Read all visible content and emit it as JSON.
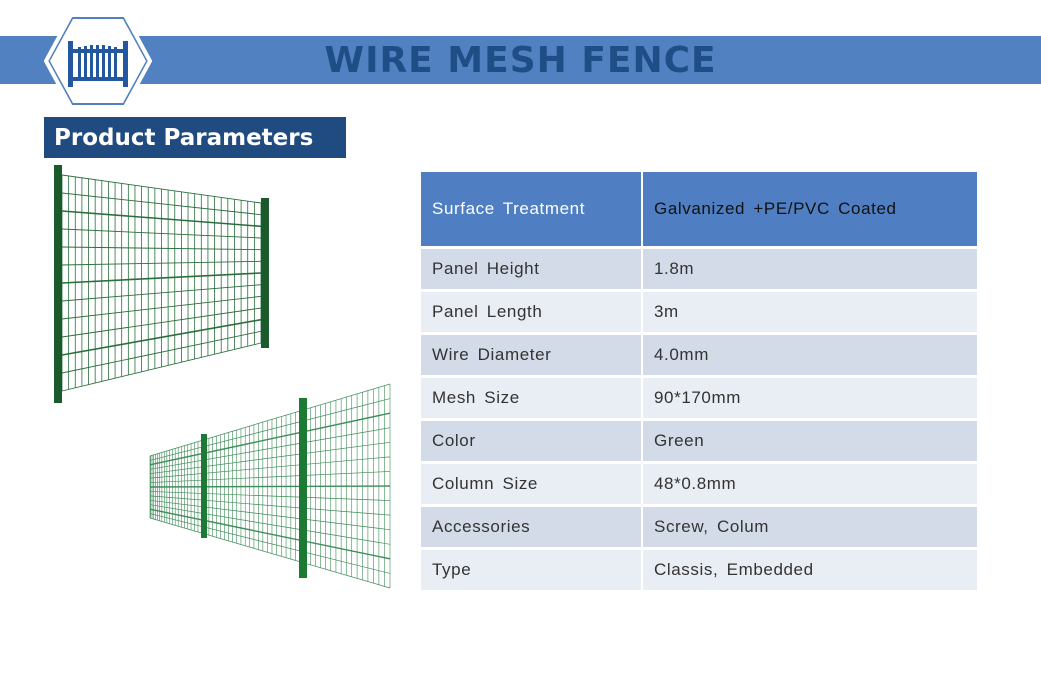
{
  "header": {
    "title": "WIRE MESH FENCE",
    "logo_icon": "fence-gate-icon"
  },
  "section": {
    "title": "Product Parameters"
  },
  "images": {
    "panel_photo": "fence-panel-icon",
    "installed_photo": "fence-installed-icon"
  },
  "colors": {
    "band": "#5181c1",
    "title_text": "#1f4d85",
    "section_bar": "#1f4b80",
    "table_header": "#4f7fc2",
    "row_dark": "#d3dbe8",
    "row_light": "#e9edf4",
    "fence_green": "#1d7a35"
  },
  "params": {
    "header": {
      "label": "Surface Treatment",
      "value": "Galvanized +PE/PVC Coated"
    },
    "rows": [
      {
        "label": "Panel  Height",
        "value": "1.8m"
      },
      {
        "label": "Panel  Length",
        "value": "3m"
      },
      {
        "label": "Wire  Diameter",
        "value": "4.0mm"
      },
      {
        "label": "Mesh  Size",
        "value": "90*170mm"
      },
      {
        "label": "Color",
        "value": "Green"
      },
      {
        "label": "Column  Size",
        "value": "48*0.8mm"
      },
      {
        "label": "Accessories",
        "value": "Screw, Colum"
      },
      {
        "label": "Type",
        "value": "Classis, Embedded"
      }
    ]
  }
}
